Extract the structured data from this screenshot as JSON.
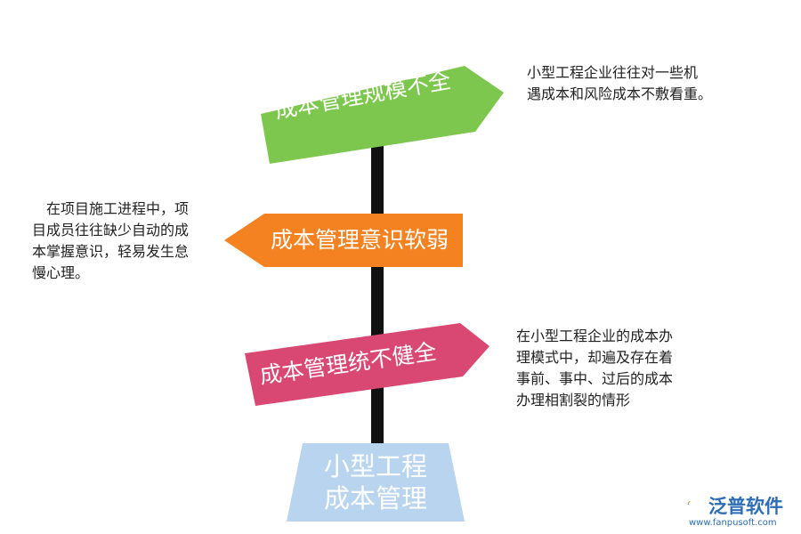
{
  "signs": [
    {
      "label": "成本管理规模不全",
      "color": "#7ec74e",
      "direction": "right"
    },
    {
      "label": "成本管理意识软弱",
      "color": "#f58220",
      "direction": "left"
    },
    {
      "label": "成本管理统不健全",
      "color": "#d94873",
      "direction": "right"
    }
  ],
  "notes": {
    "n1": {
      "lines": [
        "小型工程企业往往对一些机",
        "遇成本和风险成本不敷看重。"
      ]
    },
    "n2": {
      "lines": [
        "　在项目施工进程中，项",
        "目成员往往缺少自动的成",
        "本掌握意识，轻易发生怠",
        "慢心理。"
      ]
    },
    "n3": {
      "lines": [
        "在小型工程企业的成本办",
        "理模式中，却遍及存在着",
        "事前、事中、过后的成本",
        "办理相割裂的情形"
      ]
    }
  },
  "base": {
    "line1": "小型工程",
    "line2": "成本管理",
    "color": "#b8d4ee"
  },
  "pole_color": "#111111",
  "logo": {
    "name": "泛普软件",
    "url": "www.fanpusoft.com",
    "color": "#2e6db4",
    "accent": "#f08a24"
  }
}
